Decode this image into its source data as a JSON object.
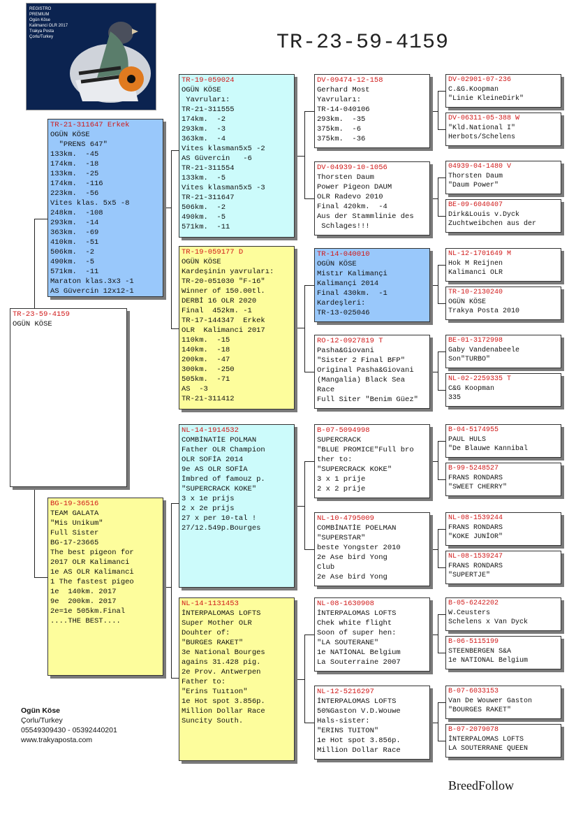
{
  "title": "TR-23-59-4159",
  "photo": {
    "icon": "pigeon-photo",
    "lines": [
      "REGISTRO",
      "PREMIUM",
      "Ogün Köse",
      "Kalimanci OLR 2017",
      "Trakya Posta",
      "Çorlu/Turkey"
    ]
  },
  "subject": {
    "lines": [
      "TR-23-59-4159",
      "OGÜN KÖSE"
    ]
  },
  "sire": {
    "lines": [
      "TR-21-311647 Erkek",
      "OGÜN KÖSE",
      "  \"PRENS 647\"",
      "133km.  -45",
      "174km.  -18",
      "133km.  -25",
      "174km.  -116",
      "223km.  -56",
      "Vites klas. 5x5 -8",
      "248km.  -108",
      "293km.  -14",
      "363km.  -69",
      "410km.  -51",
      "506km.  -2",
      "490km.  -5",
      "571km.  -11",
      "Maraton klas.3x3 -1",
      "AS Güvercin 12x12-1"
    ]
  },
  "dam": {
    "lines": [
      "BG-19-36516",
      "TEAM GALATA",
      "\"Mis Unikum\"",
      "Full Sister",
      "BG-17-23665",
      "The best pigeon for",
      "2017 OLR Kalimanci",
      "1e AS OLR Kalimanci",
      "1 The fastest pigeo",
      "1e  140km. 2017",
      "9e  200km. 2017",
      "2e=1e 505km.Final",
      "....THE BEST...."
    ]
  },
  "gen2": [
    {
      "lines": [
        "TR-19-059024",
        "OGÜN KÖSE",
        " Yavruları:",
        "TR-21-311555",
        "174km.  -2",
        "293km.  -3",
        "363km.  -4",
        "Vites klasman5x5 -2",
        "AS Güvercin   -6",
        "TR-21-311554",
        "133km.  -5",
        "Vites klasman5x5 -3",
        "TR-21-311647",
        "506km.  -2",
        "490km.  -5",
        "571km.  -11"
      ]
    },
    {
      "lines": [
        "TR-19-059177 D",
        "OGÜN KÖSE",
        "Kardeşinin yavruları:",
        "TR-20-051030 \"F-16\"",
        "Winner of 150.00tl.",
        "DERBİ 16 OLR 2020",
        "Final  452km. -1",
        "TR-17-144347  Erkek",
        "OLR  Kalimanci 2017",
        "110km.  -15",
        "140km.  -18",
        "200km.  -47",
        "300km.  -250",
        "505km.  -71",
        "AS  -3",
        "TR-21-311412"
      ]
    },
    {
      "lines": [
        "NL-14-1914532",
        "COMBİNATİE POLMAN",
        "Father OLR Champion",
        "",
        "OLR SOFİA 2014",
        "9e AS OLR SOFİA",
        "İmbred of famouz p.",
        "\"SUPERCRACK KOKE\"",
        "3 x 1e prijs",
        "2 x 2e prijs",
        "27 x per 10-tal !",
        "27/12.549p.Bourges"
      ]
    },
    {
      "lines": [
        "NL-14-1131453",
        "İNTERPALOMAS LOFTS",
        "Super Mother OLR",
        "Douhter of:",
        "\"BURGES RAKET\"",
        "3e National Bourges",
        "agains 31.428 pig.",
        "2e Prov. Antwerpen",
        "Father to:",
        "\"Erins Tuıtıon\"",
        "1e Hot spot 3.856p.",
        "Million Dollar Race",
        "Suncity South."
      ]
    }
  ],
  "gen3": [
    {
      "lines": [
        "DV-09474-12-158",
        "Gerhard Most",
        "Yavruları:",
        "TR-14-040106",
        "293km.  -35",
        "375km.  -6",
        "375km.  -36"
      ]
    },
    {
      "lines": [
        "DV-04939-10-1056",
        "Thorsten Daum",
        "Power Pigeon DAUM",
        "OLR Radevo 2010",
        "Final 420km.  -4",
        "Aus der Stammlinie des",
        " Schlages!!!"
      ]
    },
    {
      "lines": [
        "TR-14-040010",
        "OGÜN KÖSE",
        "Mistır Kalimançi",
        "Kalimançi 2014",
        "Final 430km.  -1",
        "Kardeşleri:",
        "TR-13-025046"
      ]
    },
    {
      "lines": [
        "RO-12-0927819 T",
        "Pasha&Giovani",
        "\"Sister 2 Final BFP\"",
        "Original Pasha&Giovani",
        "(Mangalia) Black Sea",
        "Race",
        "Full Siter \"Benim Güez\""
      ]
    },
    {
      "lines": [
        "B-07-5094998",
        "SUPERCRACK",
        "\"BLUE PROMICE\"Full bro",
        "ther to:",
        "\"SUPERCRACK KOKE\"",
        "3 x 1 prije",
        "2 x 2 prije"
      ]
    },
    {
      "lines": [
        "NL-10-4795009",
        "COMBİNATİE POELMAN",
        "\"SUPERSTAR\"",
        "beste Yongster 2010",
        "2e Ase bird Yong",
        "Club",
        "2e Ase bird Yong"
      ]
    },
    {
      "lines": [
        "NL-08-1630908",
        "İNTERPALOMAS LOFTS",
        "Chek white flight",
        "Soon of super hen:",
        "\"LA SOUTERANE\"",
        "1e NATİONAL Belgium",
        "La Souterraine 2007"
      ]
    },
    {
      "lines": [
        "NL-12-5216297",
        "İNTERPALOMAS LOFTS",
        "50%Gaston V.D.Wouwe",
        "Hals-sister:",
        "\"ERINS TUITON\"",
        "1e Hot spot 3.856p.",
        "Million Dollar Race"
      ]
    }
  ],
  "gen4": [
    {
      "lines": [
        "DV-02901-07-236",
        "C.&G.Koopman",
        "\"Linie KleineDirk\""
      ]
    },
    {
      "lines": [
        "DV-06311-05-388 W",
        "\"Kld.National I\"",
        "Herbots/Schelens"
      ]
    },
    {
      "lines": [
        "04939-04-1480 V",
        "Thorsten Daum",
        "\"Daum Power\""
      ]
    },
    {
      "lines": [
        "BE-09-6040407",
        "Dirk&Louis v.Dyck",
        "Zuchtweibchen aus der"
      ]
    },
    {
      "lines": [
        "NL-12-1701649 M",
        "Hok M Reijnen",
        "Kalimanci OLR"
      ]
    },
    {
      "lines": [
        "TR-10-2130240",
        "OGÜN KÖSE",
        "Trakya Posta 2010"
      ]
    },
    {
      "lines": [
        "BE-01-3172998",
        "Gaby Vandenabeele",
        "Son\"TURBO\""
      ]
    },
    {
      "lines": [
        "NL-02-2259335 T",
        "C&G Koopman",
        "335"
      ]
    },
    {
      "lines": [
        "B-04-5174955",
        "PAUL HULS",
        "\"De Blauwe Kannibal"
      ]
    },
    {
      "lines": [
        "B-99-5248527",
        "FRANS RONDARS",
        "\"SWEET CHERRY\""
      ]
    },
    {
      "lines": [
        "NL-08-1539244",
        "FRANS RONDARS",
        "\"KOKE JUNİOR\""
      ]
    },
    {
      "lines": [
        "NL-08-1539247",
        "FRANS RONDARS",
        "\"SUPERTJE\""
      ]
    },
    {
      "lines": [
        "B-05-6242202",
        "W.Ceusters",
        "Schelens x Van Dyck"
      ]
    },
    {
      "lines": [
        "B-06-5115199",
        "STEENBERGEN S&A",
        "1e NATIONAL Belgium"
      ]
    },
    {
      "lines": [
        "B-07-6033153",
        "Van De Wouwer Gaston",
        "\"BOURGES RAKET\""
      ]
    },
    {
      "lines": [
        "B-07-2079078",
        "İNTERPALOMAS LOFTS",
        "LA SOUTERRANE QUEEN"
      ]
    }
  ],
  "owner": {
    "name": "Ogün Köse",
    "city": "Çorlu/Turkey",
    "phone": "05549309430 - 05392440201",
    "web": "www.trakyaposta.com"
  },
  "brand": "BreedFollow",
  "colors": {
    "blue": "#99c8fb",
    "cyan": "#ccfbfb",
    "yellow": "#fdfd9c",
    "id_red": "#d01818"
  }
}
